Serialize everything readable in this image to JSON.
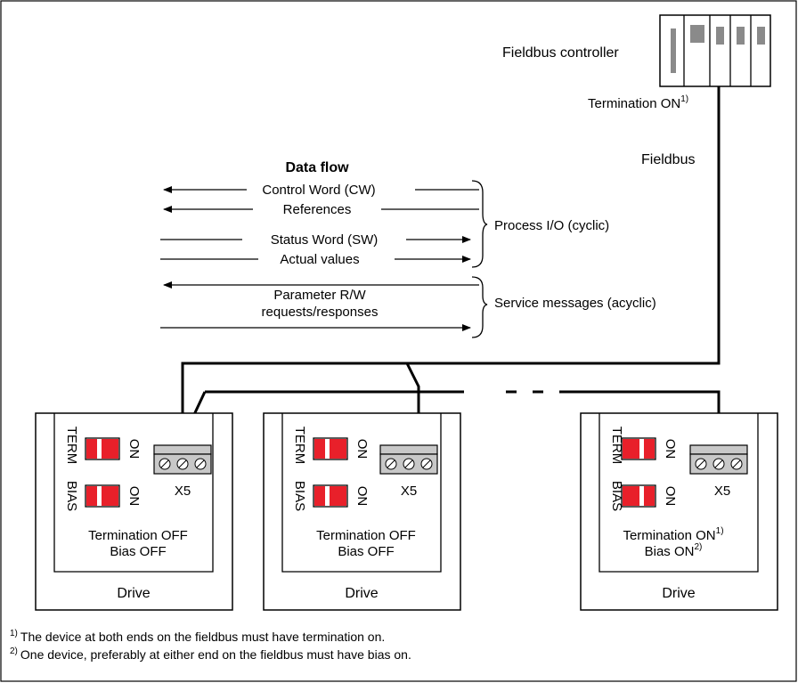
{
  "controller": {
    "label": "Fieldbus controller",
    "termination_text": "Termination ON",
    "termination_sup": "1)"
  },
  "fieldbus_label": "Fieldbus",
  "data_flow": {
    "title": "Data flow",
    "control_word": "Control Word (CW)",
    "references": "References",
    "status_word": "Status Word (SW)",
    "actual_values": "Actual values",
    "param_line1": "Parameter R/W",
    "param_line2": "requests/responses",
    "process_io": "Process I/O (cyclic)",
    "service_messages": "Service messages (acyclic)"
  },
  "drives": [
    {
      "label": "Drive",
      "switch_term": "TERM",
      "switch_bias": "BIAS",
      "switch_on": "ON",
      "connector": "X5",
      "status_line1": "Termination OFF",
      "status_line1_sup": "",
      "status_line2": "Bias OFF",
      "status_line2_sup": ""
    },
    {
      "label": "Drive",
      "switch_term": "TERM",
      "switch_bias": "BIAS",
      "switch_on": "ON",
      "connector": "X5",
      "status_line1": "Termination OFF",
      "status_line1_sup": "",
      "status_line2": "Bias OFF",
      "status_line2_sup": ""
    },
    {
      "label": "Drive",
      "switch_term": "TERM",
      "switch_bias": "BIAS",
      "switch_on": "ON",
      "connector": "X5",
      "status_line1": "Termination ON",
      "status_line1_sup": "1)",
      "status_line2": "Bias ON",
      "status_line2_sup": "2)"
    }
  ],
  "footnotes": [
    {
      "mark": "1)",
      "text": "The device at both ends on the fieldbus must have termination on."
    },
    {
      "mark": "2)",
      "text": "One device, preferably at either end on the fieldbus must have bias on."
    }
  ],
  "colors": {
    "switch_red": "#e8202a",
    "connector_grey": "#c8c8c8",
    "controller_grey": "#8a8a8a"
  }
}
